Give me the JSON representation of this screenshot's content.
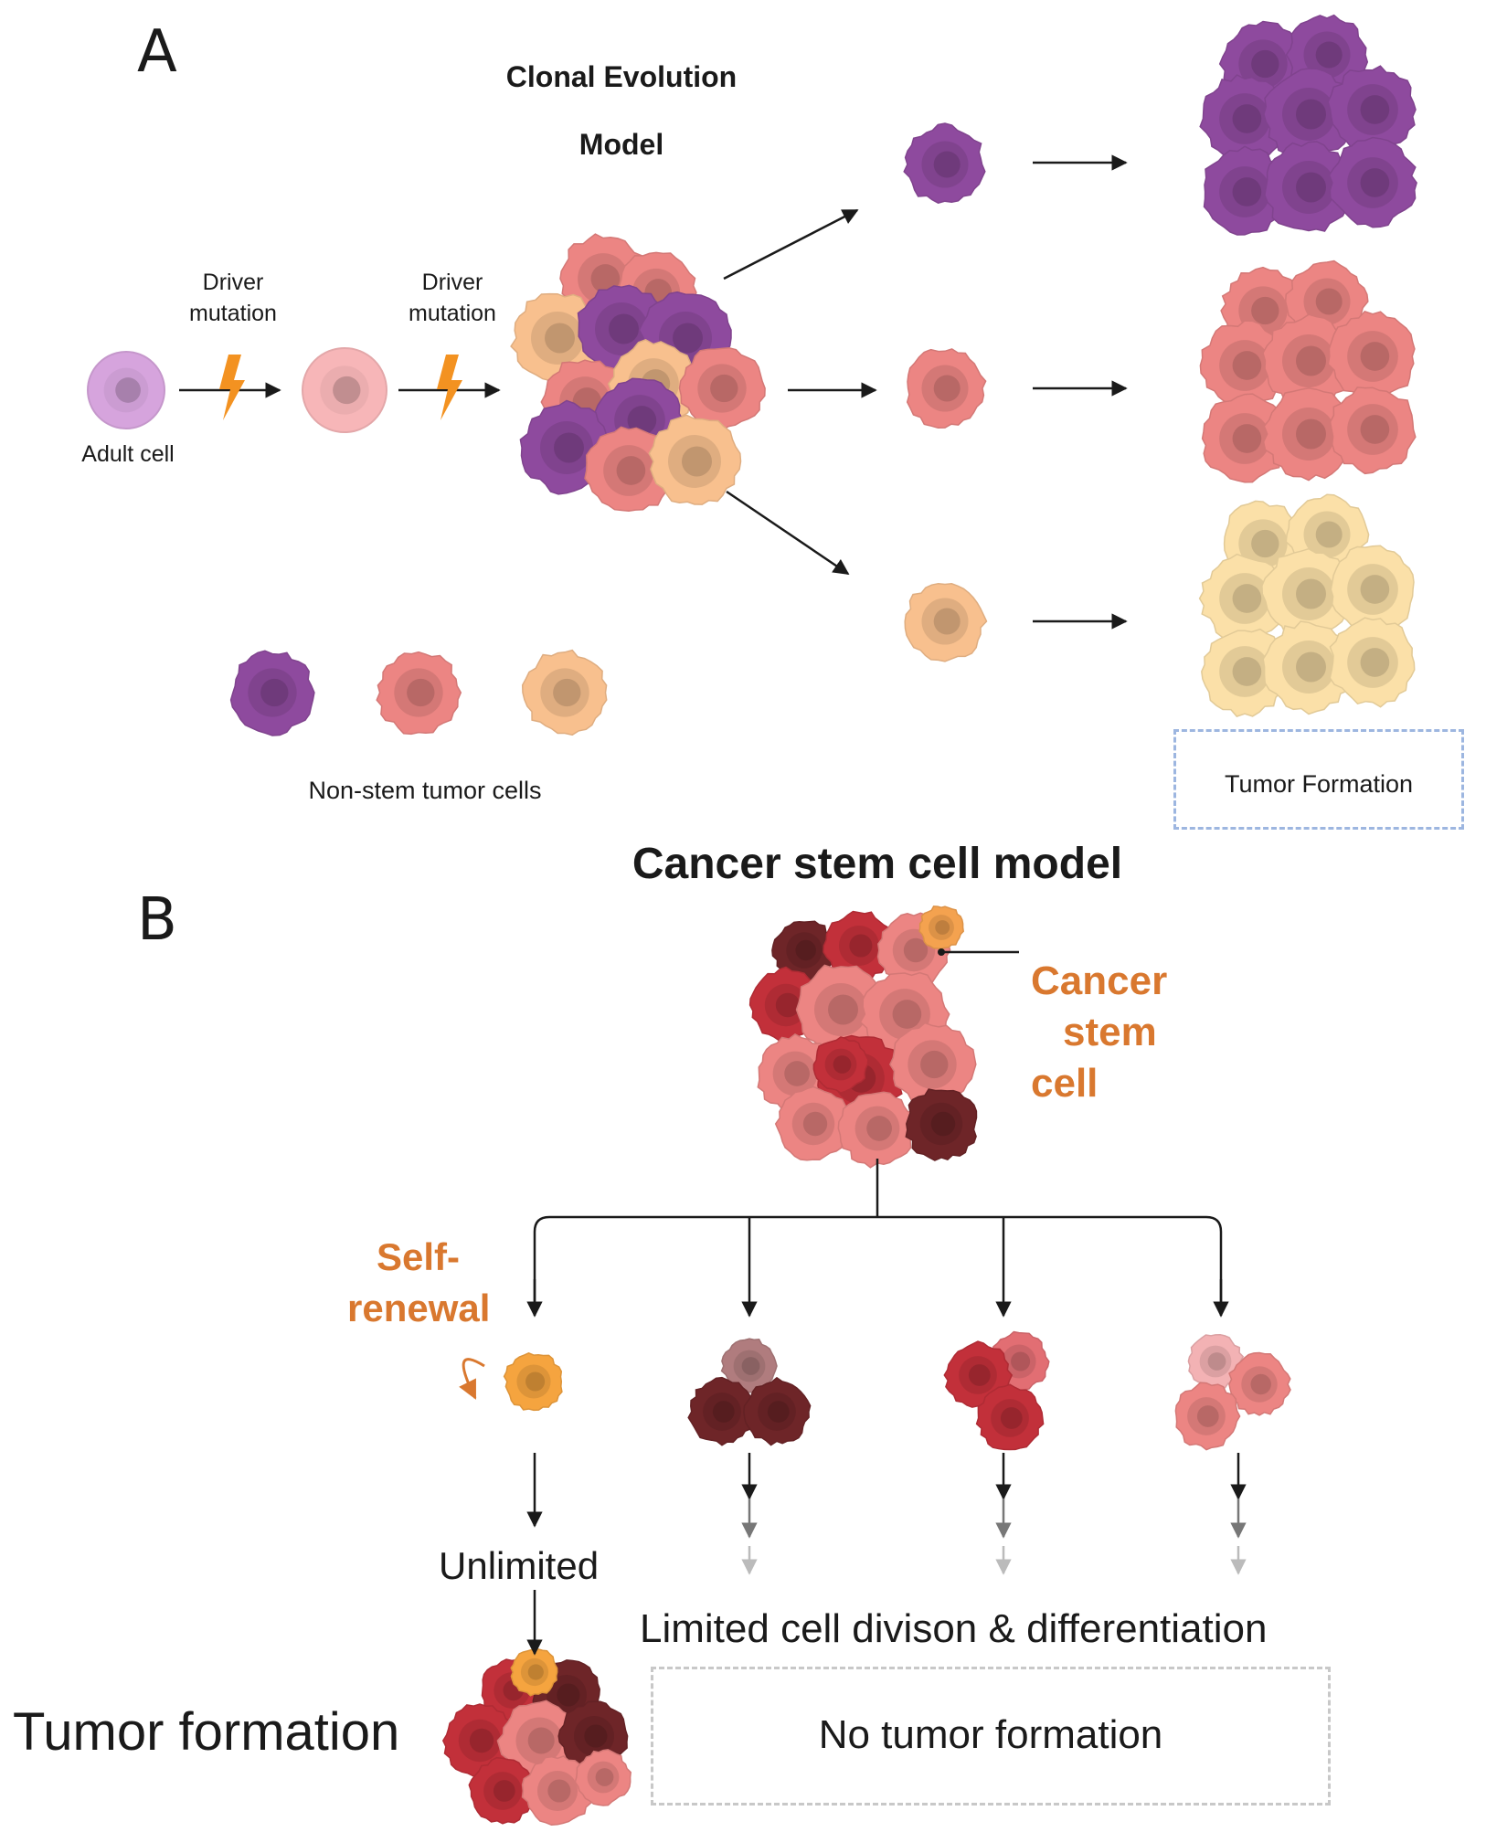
{
  "panel_a": {
    "letter": "A",
    "title_line1": "Clonal Evolution",
    "title_line2": "Model",
    "driver_label_1_line1": "Driver",
    "driver_label_1_line2": "mutation",
    "driver_label_2_line1": "Driver",
    "driver_label_2_line2": "mutation",
    "adult_cell_label": "Adult cell",
    "non_stem_label": "Non-stem tumor cells",
    "tumor_formation_box": "Tumor Formation"
  },
  "panel_b": {
    "letter": "B",
    "title": "Cancer stem cell model",
    "csc_line1": "Cancer",
    "csc_line2": "stem",
    "csc_line3": "cell",
    "self_renewal_line1": "Self-",
    "self_renewal_line2": "renewal",
    "unlimited": "Unlimited",
    "limited": "Limited cell divison & differentiation",
    "tumor_formation": "Tumor formation",
    "no_tumor_formation": "No tumor formation"
  },
  "colors": {
    "purple": "#8e4a9e",
    "pink": "#ec8583",
    "peach": "#f8c08e",
    "light_yellow": "#fbe0a8",
    "adult_lilac": "#d6a4dd",
    "dark_red": "#c2303a",
    "maroon": "#6e2528",
    "orange_text": "#d9782f",
    "lightning": "#f39221",
    "dash_blue": "#9db6e0",
    "dash_gray": "#c8c8c8"
  },
  "icons": [
    "lightning-icon",
    "cell-icon",
    "curved-arrow-icon"
  ]
}
